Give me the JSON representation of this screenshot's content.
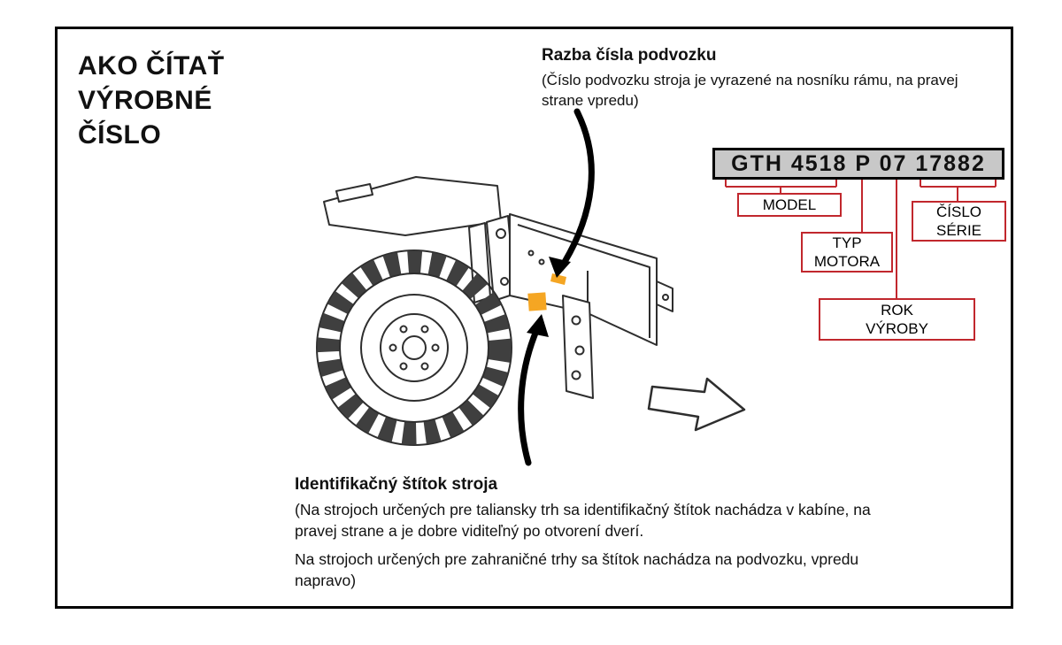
{
  "title": {
    "lines": [
      "AKO ČÍTAŤ",
      "VÝROBNÉ",
      "ČÍSLO"
    ]
  },
  "stamp_note": {
    "heading": "Razba čísla podvozku",
    "body": "(Číslo podvozku stroja je vyrazené na nosníku rámu, na pravej strane vpredu)"
  },
  "serial_plate": {
    "number": "GTH 4518 P 07 17882",
    "labels": {
      "model": [
        "MODEL"
      ],
      "engine_type": [
        "TYP",
        "MOTORA"
      ],
      "production_year": [
        "ROK",
        "VÝROBY"
      ],
      "series_number": [
        "ČÍSLO",
        "SÉRIE"
      ]
    }
  },
  "plate_note": {
    "heading": "Identifikačný štítok stroja",
    "body_1": "(Na strojoch určených pre taliansky trh sa identifikačný štítok nachádza v kabíne, na pravej strane a je dobre viditeľný po otvorení dverí.",
    "body_2": "Na strojoch určených pre zahraničné trhy sa štítok nachádza na podvozku, vpredu napravo)"
  },
  "icons": {
    "stamp_arrow": "curved-arrow-down-icon",
    "plate_arrow": "curved-arrow-up-icon",
    "direction_arrow": "outline-block-arrow-icon"
  },
  "colors": {
    "connector_red": "#c1272d",
    "highlight_orange": "#f5a623",
    "plate_gray": "#c8c8c8"
  }
}
